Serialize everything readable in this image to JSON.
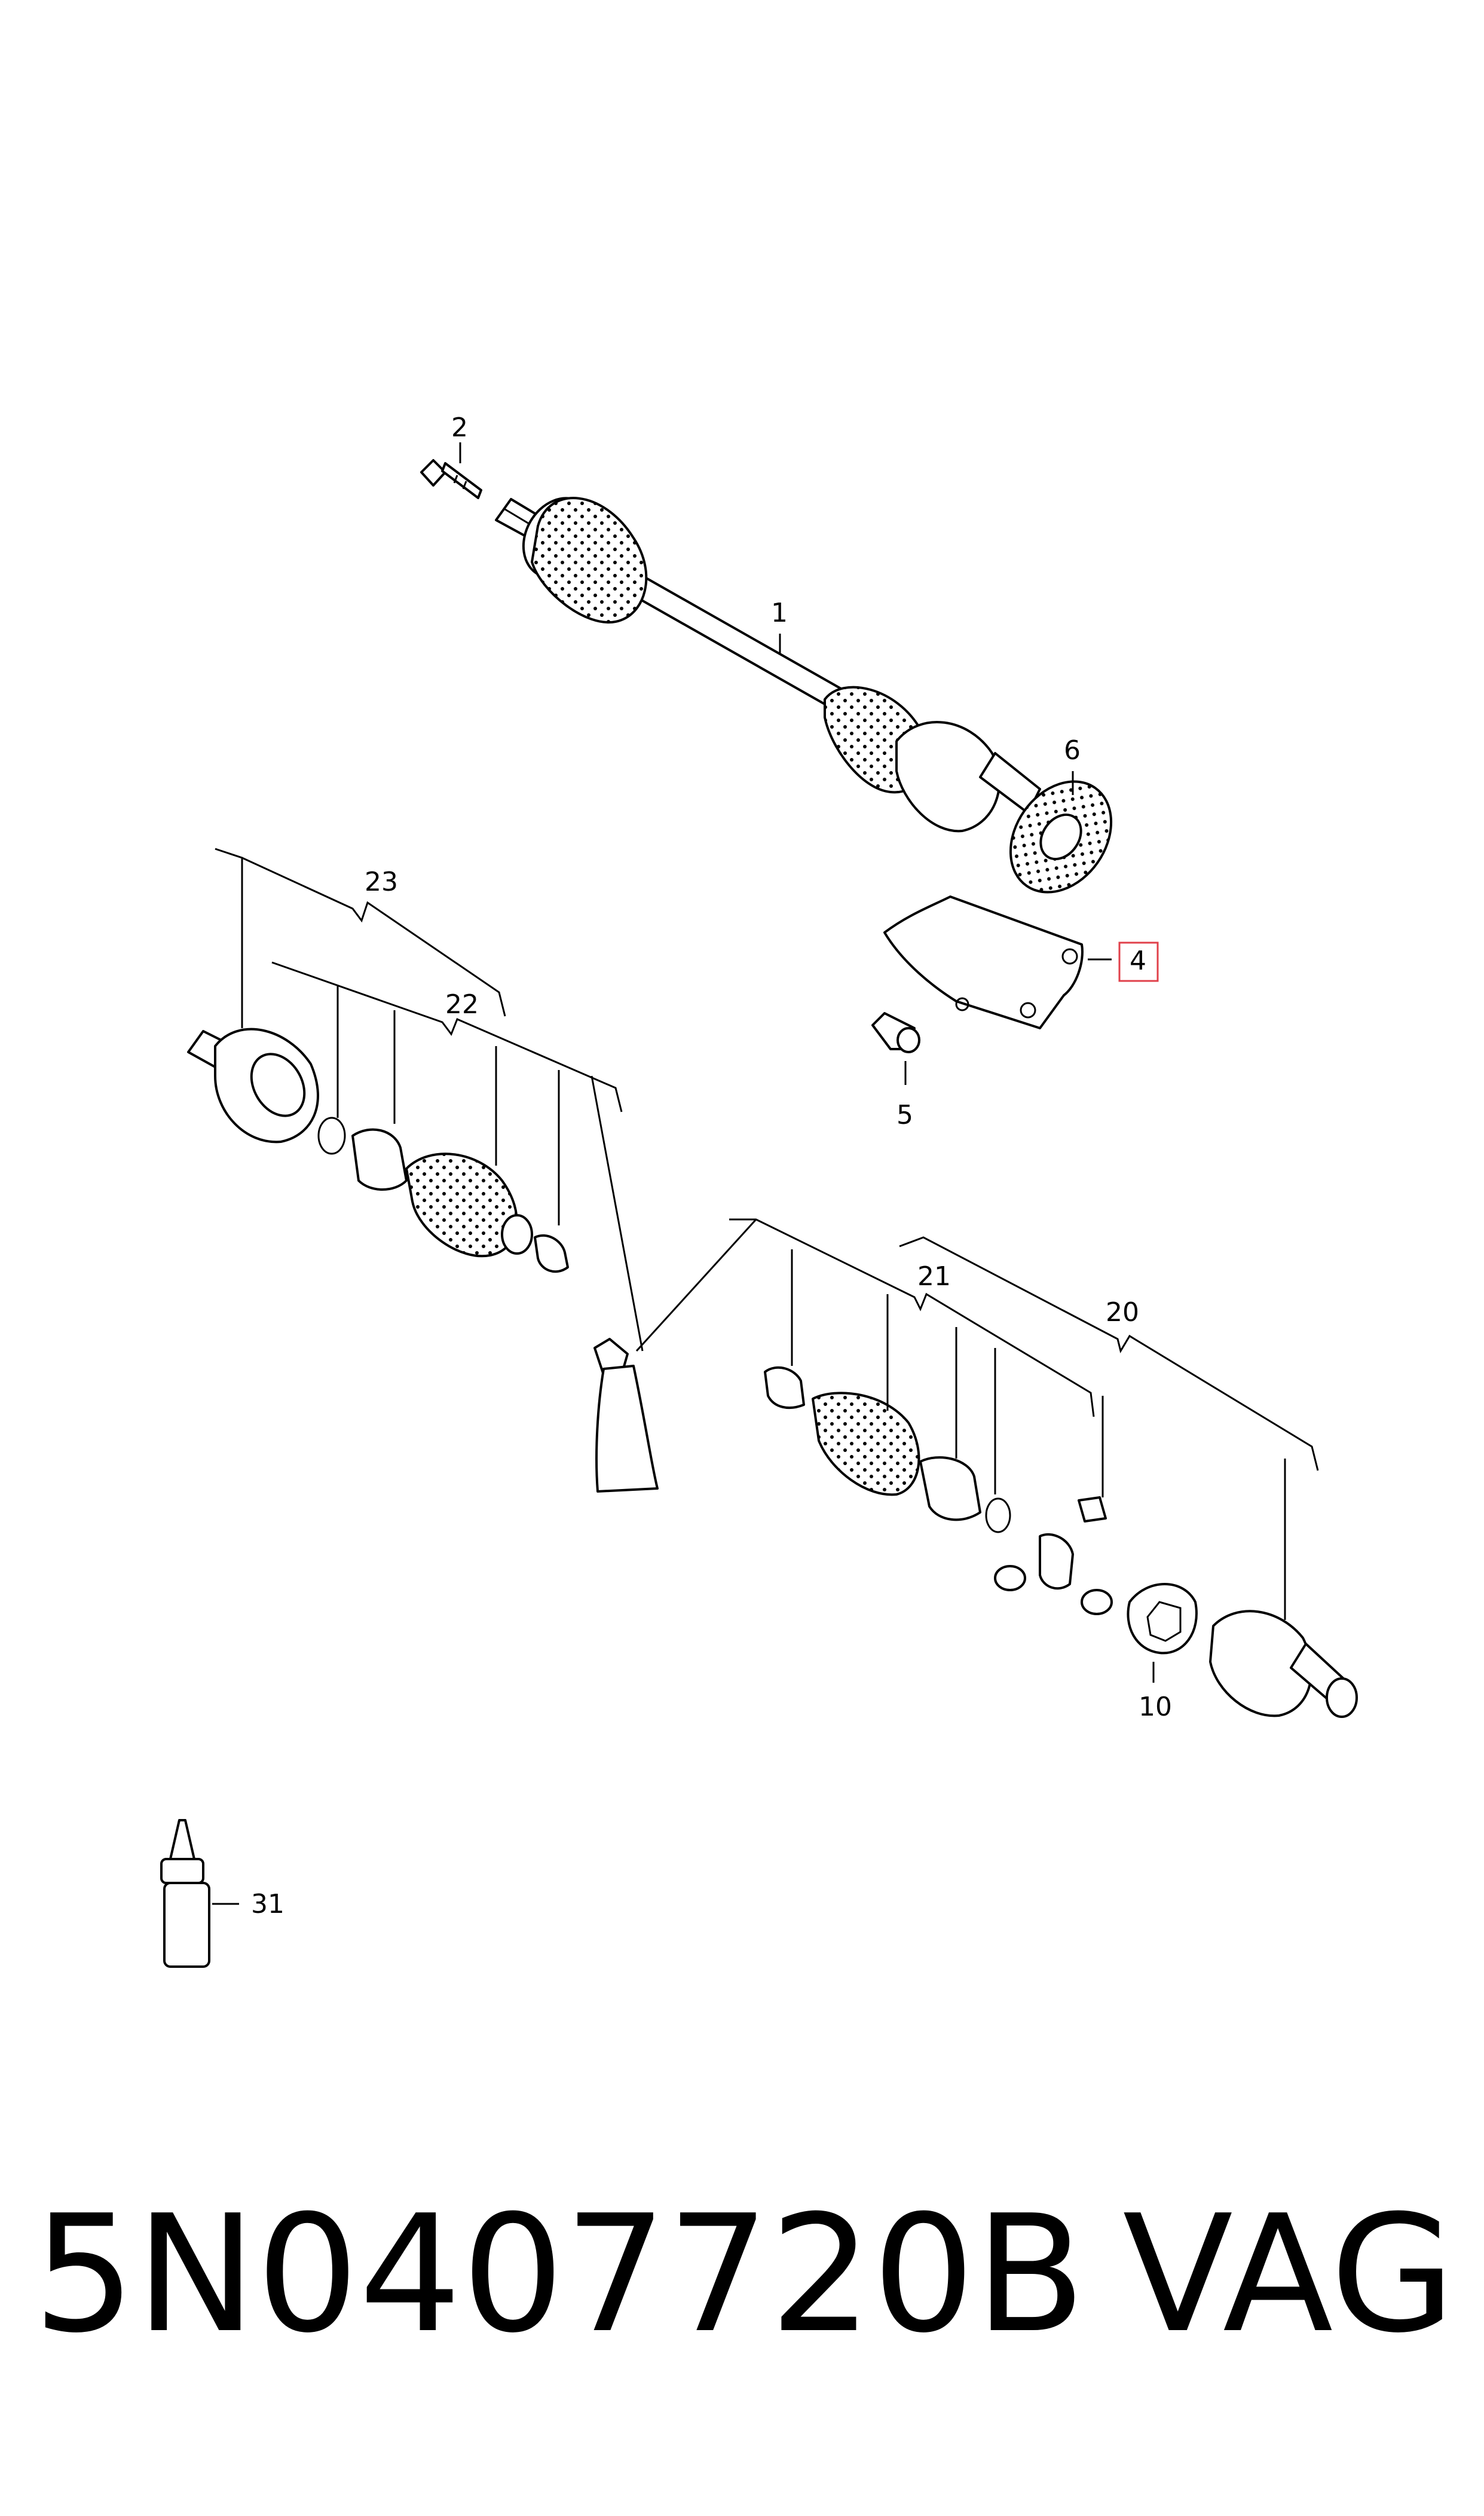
{
  "callouts": {
    "c1": "1",
    "c2": "2",
    "c4": "4",
    "c5": "5",
    "c6": "6",
    "c10": "10",
    "c20": "20",
    "c21": "21",
    "c22": "22",
    "c23": "23",
    "c31": "31"
  },
  "highlight_color": "#e0404a",
  "footer": {
    "part_number": "5N0407720B",
    "brand": "VAG"
  }
}
